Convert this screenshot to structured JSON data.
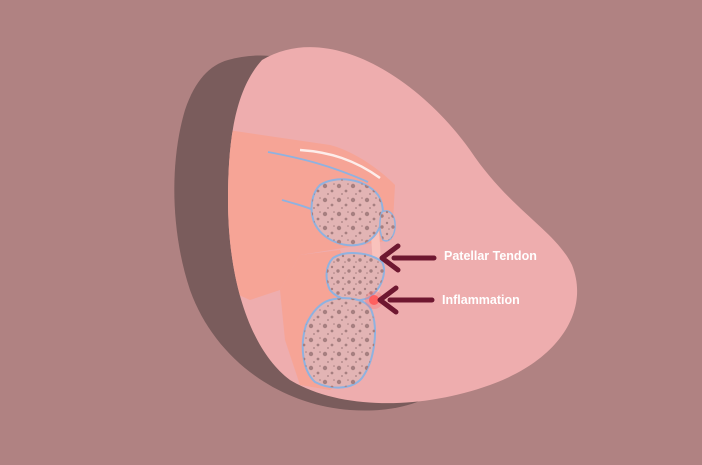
{
  "colors": {
    "background": "#b08282",
    "shadow": "#7a5c5c",
    "knee_skin": "#eeadae",
    "muscle": "#f6a496",
    "bone_fill": "#e2b4b4",
    "bone_outline": "#8fb2e0",
    "bone_pores": "#a67f80",
    "arrow": "#6e1730",
    "inflammation": "#ff5a5a",
    "label_text": "#ffffff"
  },
  "callouts": [
    {
      "label": "Patellar Tendon",
      "target": "patellar-tendon"
    },
    {
      "label": "Inflammation",
      "target": "inflammation-spot"
    }
  ]
}
